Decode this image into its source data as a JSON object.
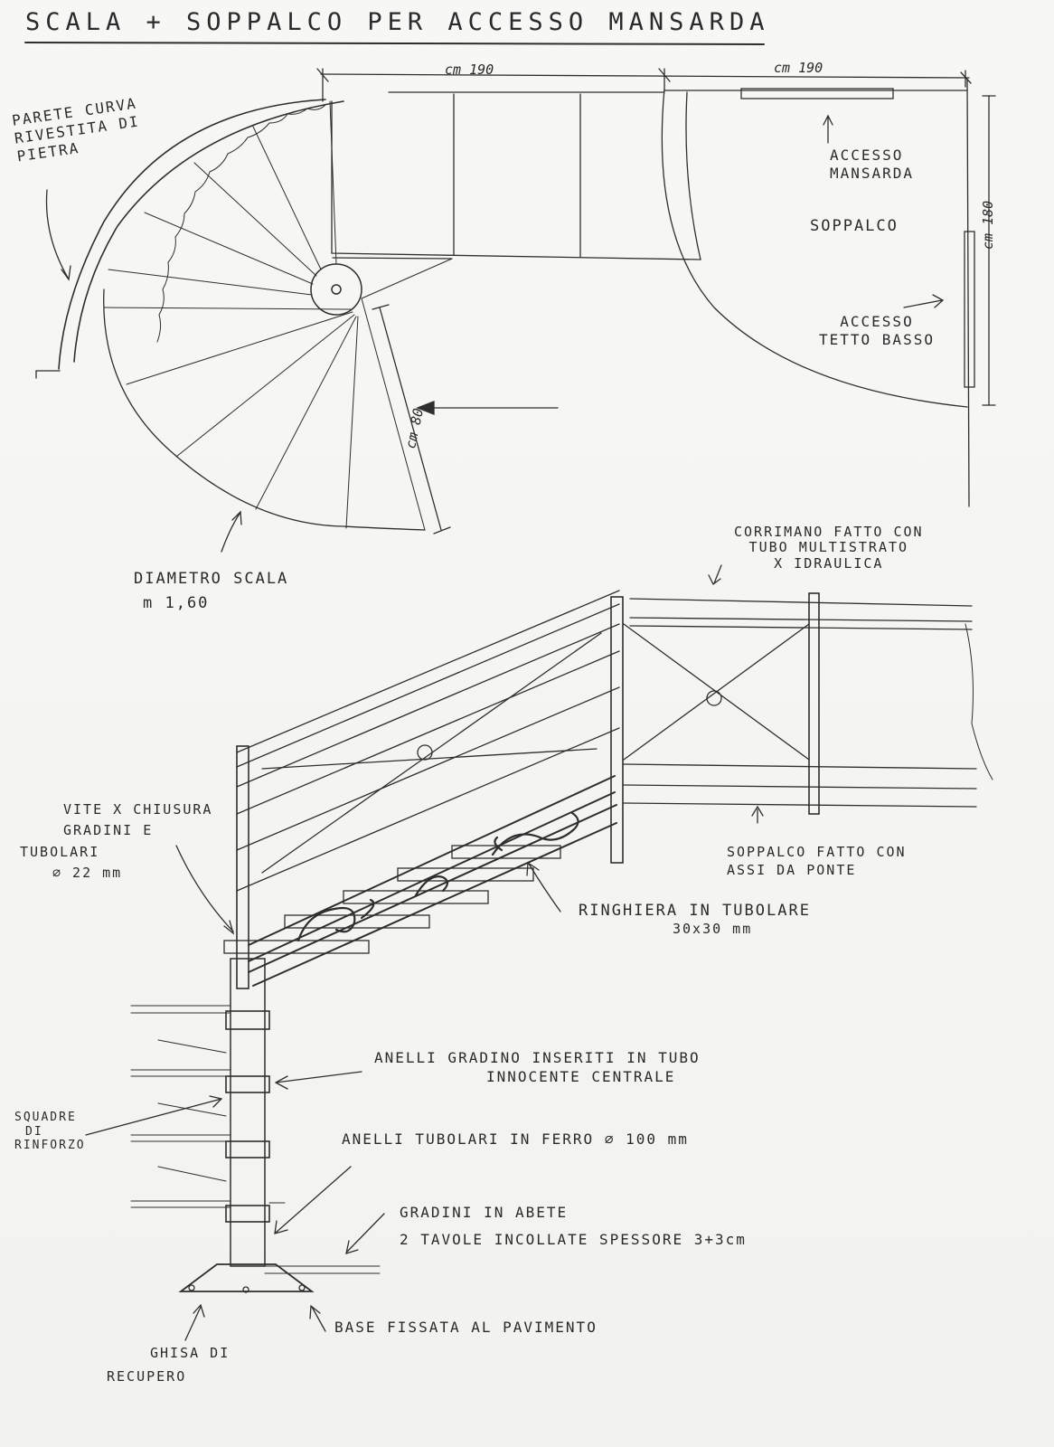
{
  "title": "SCALA + SOPPALCO PER ACCESSO    MANSARDA",
  "plan": {
    "dim_top_left": "cm 190",
    "dim_top_right": "cm 190",
    "dim_right": "cm 180",
    "dim_step": "cm 80",
    "wall_label": [
      "PARETE CURVA",
      "RIVESTITA DI",
      "PIETRA"
    ],
    "access_attic": [
      "ACCESSO",
      "MANSARDA"
    ],
    "loft_label": "SOPPALCO",
    "access_roof": [
      "ACCESSO",
      "TETTO BASSO"
    ],
    "stair_diameter": [
      "DIAMETRO SCALA",
      "m 1,60"
    ]
  },
  "elevation": {
    "handrail_note": [
      "CORRIMANO FATTO CON",
      "TUBO MULTISTRATO",
      "X IDRAULICA"
    ],
    "screw_note": [
      "VITE X CHIUSURA",
      "GRADINI E",
      "TUBOLARI",
      "⌀ 22 mm"
    ],
    "loft_note": [
      "SOPPALCO FATTO CON",
      "ASSI DA PONTE"
    ],
    "railing_note": [
      "RINGHIERA IN TUBOLARE",
      "30x30 mm"
    ],
    "rings_note": [
      "ANELLI GRADINO INSERITI IN TUBO",
      "INNOCENTE CENTRALE"
    ],
    "brackets_note": [
      "SQUADRE",
      "DI",
      "RINFORZO"
    ],
    "iron_rings_note": "ANELLI TUBOLARI IN FERRO ⌀ 100 mm",
    "steps_note": [
      "GRADINI IN ABETE",
      "2 TAVOLE INCOLLATE SPESSORE 3+3cm"
    ],
    "base_note": "BASE FISSATA AL PAVIMENTO",
    "cast_iron_note": [
      "GHISA DI",
      "RECUPERO"
    ]
  }
}
